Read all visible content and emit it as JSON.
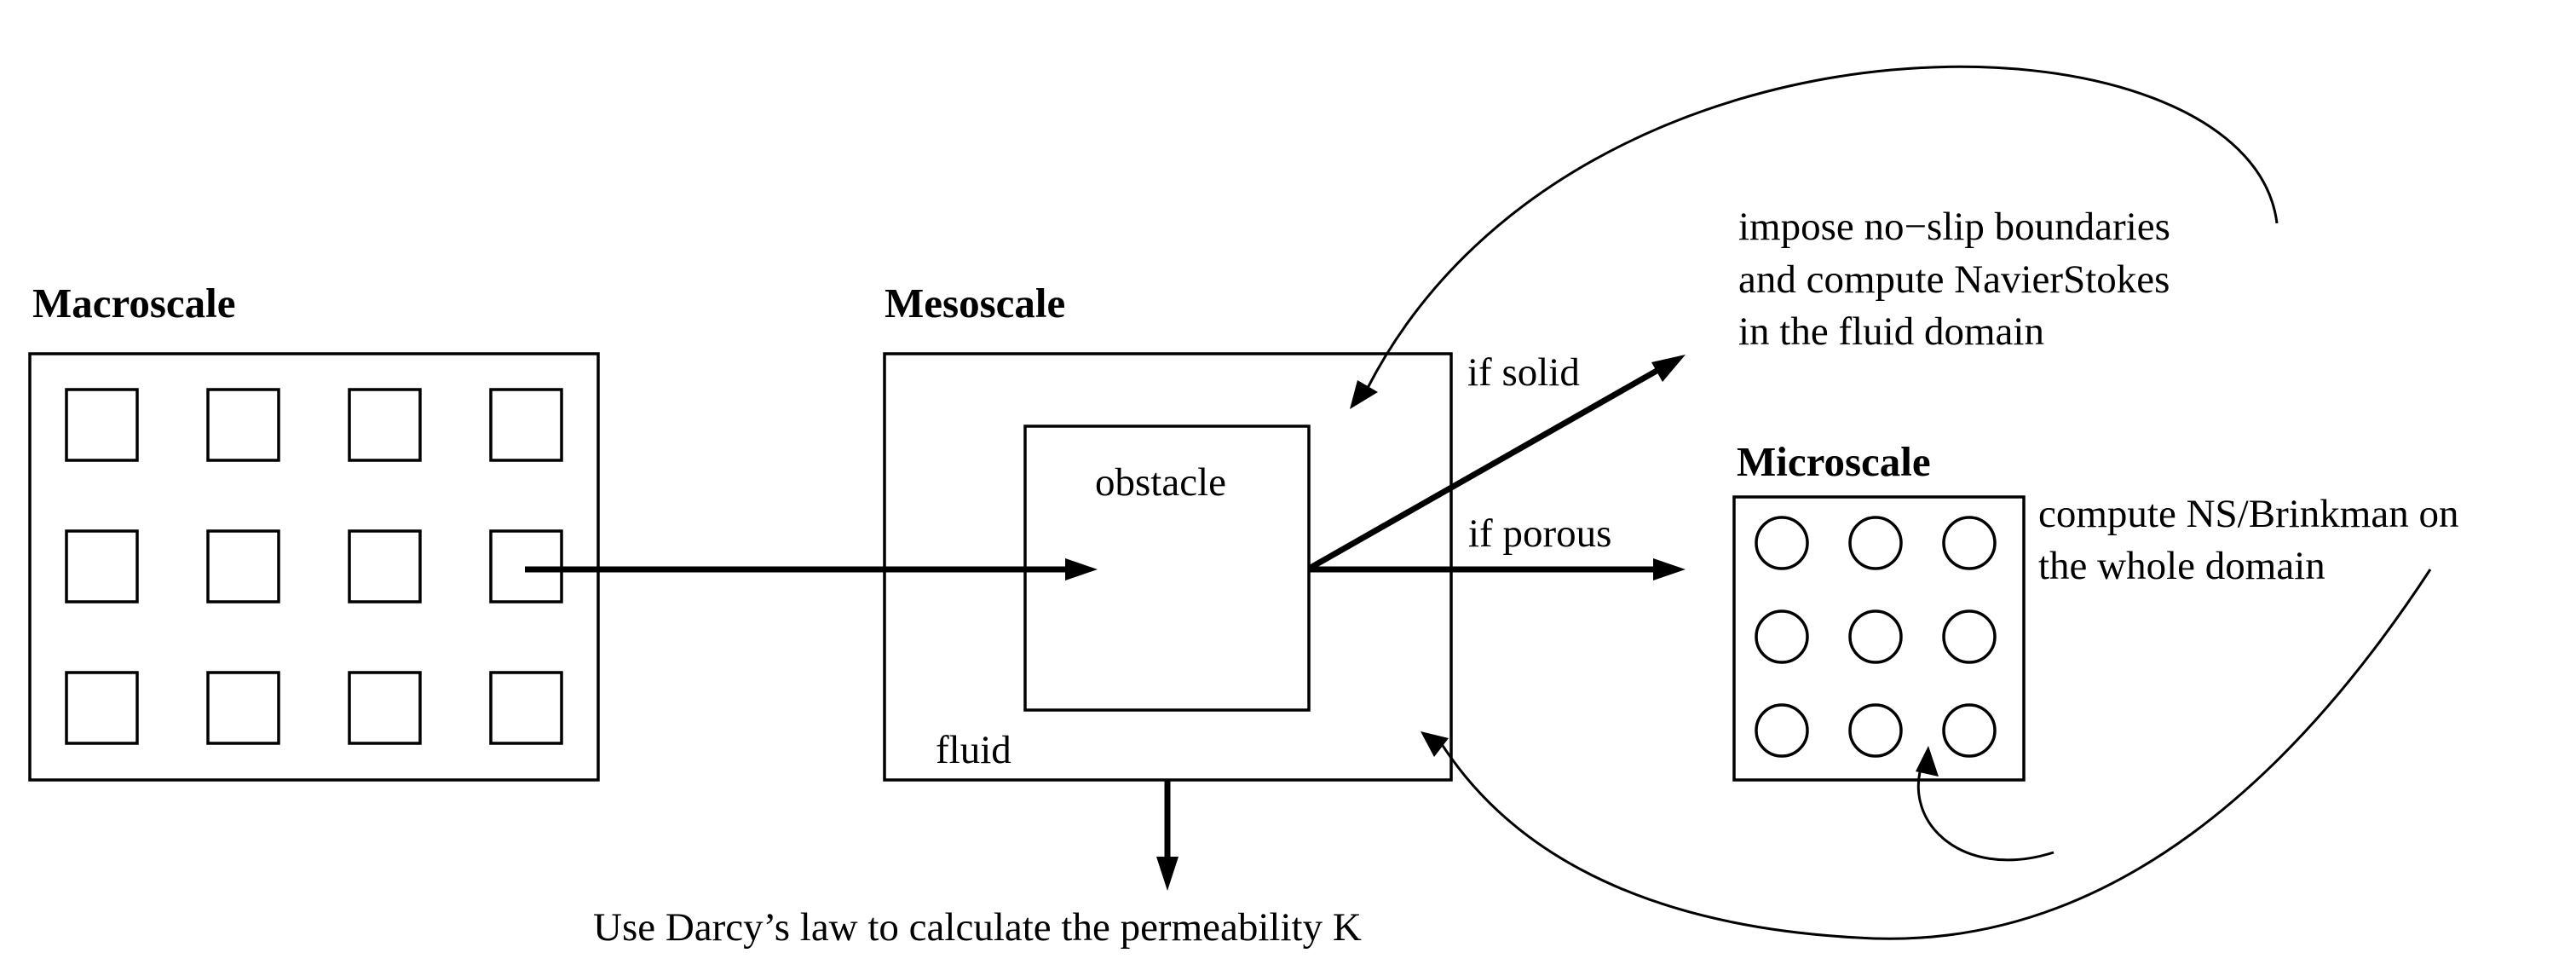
{
  "macroscale": {
    "title": "Macroscale",
    "cell_rows": 3,
    "cell_cols": 4
  },
  "mesoscale": {
    "title": "Mesoscale",
    "obstacle_label": "obstacle",
    "fluid_label": "fluid"
  },
  "microscale": {
    "title": "Microscale",
    "circle_rows": 3,
    "circle_cols": 3
  },
  "branches": {
    "solid_label": "if solid",
    "porous_label": "if porous"
  },
  "notes": {
    "solid_lines": [
      "impose no−slip boundaries",
      "and compute NavierStokes",
      "in the fluid domain"
    ],
    "porous_lines": [
      "compute NS/Brinkman on",
      "the whole domain"
    ],
    "darcy": "Use Darcy’s law to calculate the permeability K"
  }
}
